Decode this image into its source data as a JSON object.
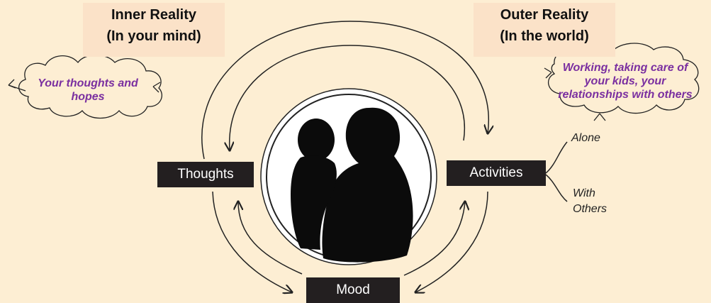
{
  "inner_reality": {
    "title": "Inner Reality",
    "subtitle": "(In your mind)"
  },
  "outer_reality": {
    "title": "Outer Reality",
    "subtitle": "(In the world)"
  },
  "nodes": {
    "thoughts": "Thoughts",
    "activities": "Activities",
    "mood": "Mood"
  },
  "clouds": {
    "left": "Your thoughts and hopes",
    "right": "Working, taking care of your kids, your relationships with others"
  },
  "activity_branches": {
    "alone": "Alone",
    "with_line1": "With",
    "with_line2": "Others"
  },
  "colors": {
    "background": "#fdeed3",
    "header_box": "#fbe2c8",
    "node_fill": "#231f20",
    "node_text": "#ffffff",
    "cloud_text": "#7a2fa0",
    "lines": "#222222"
  }
}
